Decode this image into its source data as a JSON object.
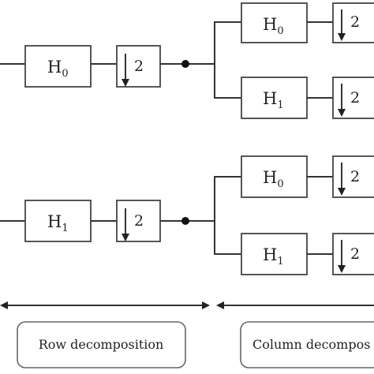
{
  "filters": {
    "h0": {
      "base": "H",
      "sub": "0"
    },
    "h1": {
      "base": "H",
      "sub": "1"
    }
  },
  "downsample": {
    "factor": "2"
  },
  "captions": {
    "row": "Row decomposition",
    "column": "Column decompos"
  },
  "colors": {
    "stroke": "#333333",
    "text": "#222222"
  }
}
